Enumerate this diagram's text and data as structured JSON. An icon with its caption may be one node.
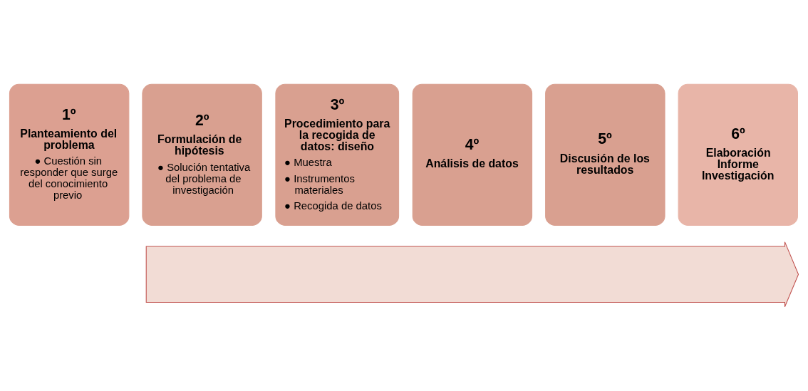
{
  "diagram": {
    "nodes": [
      {
        "text": [
          "1º",
          "Planteamiento del problema",
          "● Cuestión sin responder que surge del conocimiento previo"
        ]
      },
      {
        "text": [
          "2º",
          "Formulación de hipótesis",
          "● Solución tentativa del problema de investigación"
        ]
      },
      {
        "text": [
          "3º",
          "Procedimiento para la recogida de datos: diseño",
          "● Muestra",
          "● Instrumentos materiales",
          "● Recogida de datos"
        ]
      },
      {
        "text": [
          "4º",
          "Análisis de datos"
        ]
      },
      {
        "text": [
          "5º",
          "Discusión de los resultados"
        ]
      },
      {
        "text": [
          "6º",
          "Elaboración Informe Investigación"
        ]
      },
      {
        "text": [],
        "shape": "arrow"
      }
    ],
    "edges": []
  }
}
